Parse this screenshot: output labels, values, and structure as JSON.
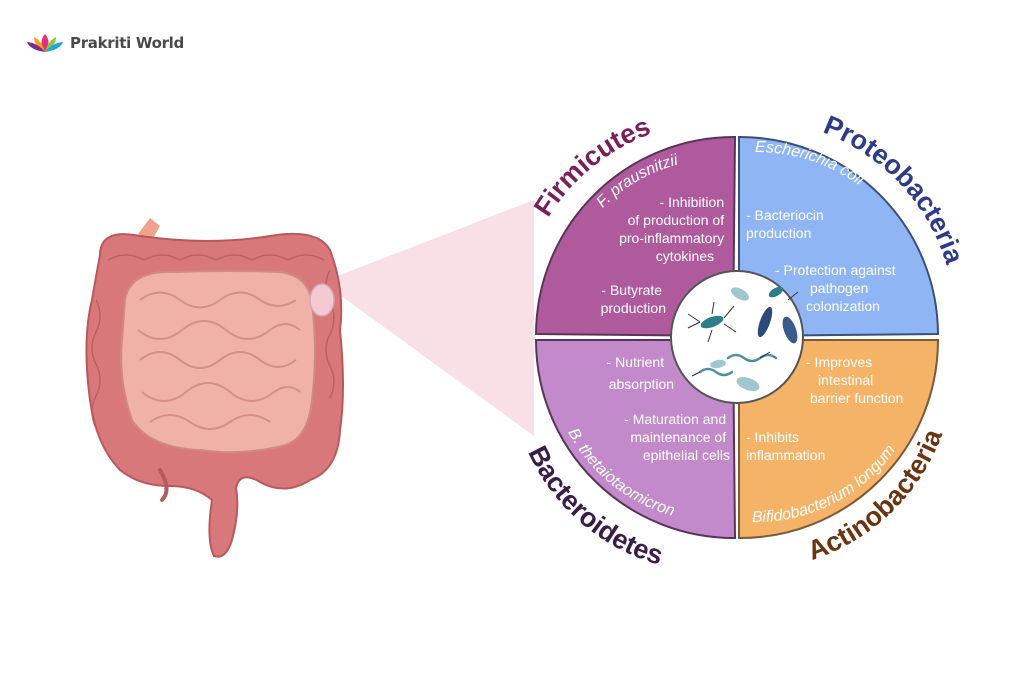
{
  "brand": {
    "name": "Prakriti World",
    "logo_icon": "lotus-icon"
  },
  "phyla": {
    "firmicutes": {
      "name": "Firmicutes",
      "species": "F. prausnitzii",
      "color": "#b05a9e",
      "label_color": "#7a1f5c",
      "functions": [
        "- Inhibition",
        "of production of",
        "pro-inflammatory",
        "cytokines",
        "- Butyrate",
        "production"
      ]
    },
    "proteobacteria": {
      "name": "Proteobacteria",
      "species": "Escherichia coli",
      "color": "#8fb5f5",
      "label_color": "#2e3b8a",
      "functions": [
        "- Bacteriocin",
        "production",
        "- Protection against",
        "pathogen",
        "colonization"
      ]
    },
    "bacteroidetes": {
      "name": "Bacteroidetes",
      "species": "B. thetaiotaomicron",
      "color": "#c38acb",
      "label_color": "#3a1b4a",
      "functions": [
        "- Nutrient",
        "absorption",
        "- Maturation and",
        "maintenance of",
        "epithelial cells"
      ]
    },
    "actinobacteria": {
      "name": "Actinobacteria",
      "species": "Bifidobacterium longum",
      "color": "#f5b367",
      "label_color": "#6b3410",
      "functions": [
        "- Improves",
        "intestinal",
        "barrier function",
        "- Inhibits",
        "inflammation"
      ]
    }
  },
  "center": {
    "icon": "bacteria-cluster-icon"
  },
  "illustration": {
    "icon": "intestine-icon",
    "zoom_icon": "zoom-cone-icon"
  }
}
